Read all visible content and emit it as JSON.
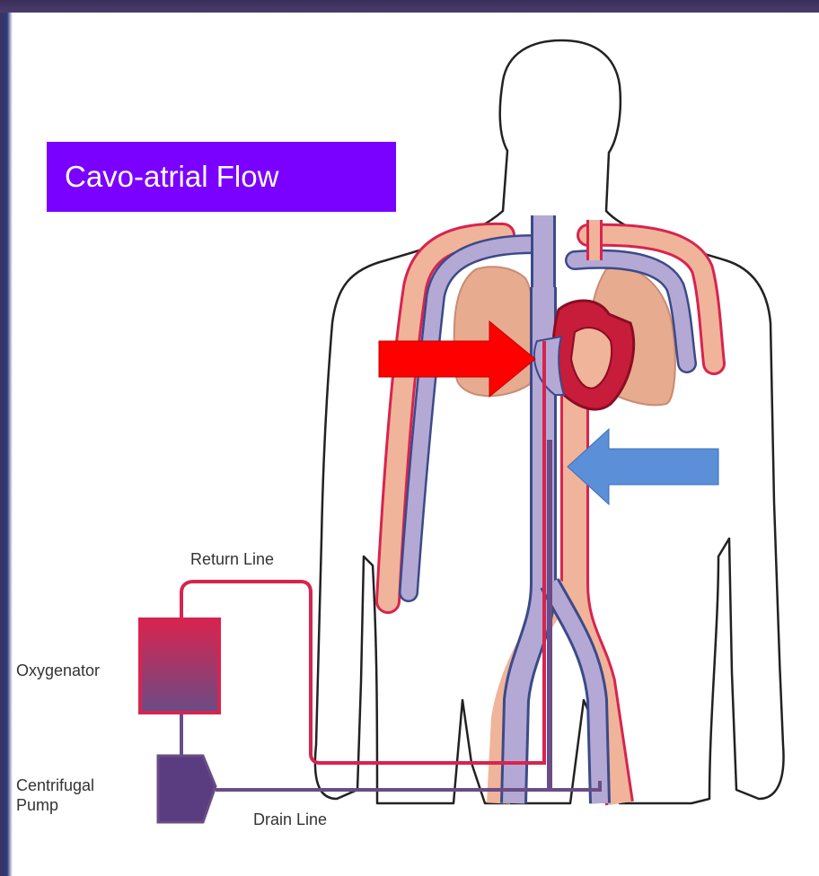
{
  "title": "Cavo-atrial Flow",
  "labels": {
    "return_line": "Return Line",
    "oxygenator": "Oxygenator",
    "centrifugal_pump": "Centrifugal Pump",
    "drain_line": "Drain Line"
  },
  "colors": {
    "title_bg": "#7a00ff",
    "artery": "#f0b49a",
    "vein": "#b4a9d4",
    "return_line": "#d7244f",
    "drain_line": "#6a4c86",
    "red_arrow": "#ff0000",
    "blue_arrow": "#5b8fd8"
  }
}
